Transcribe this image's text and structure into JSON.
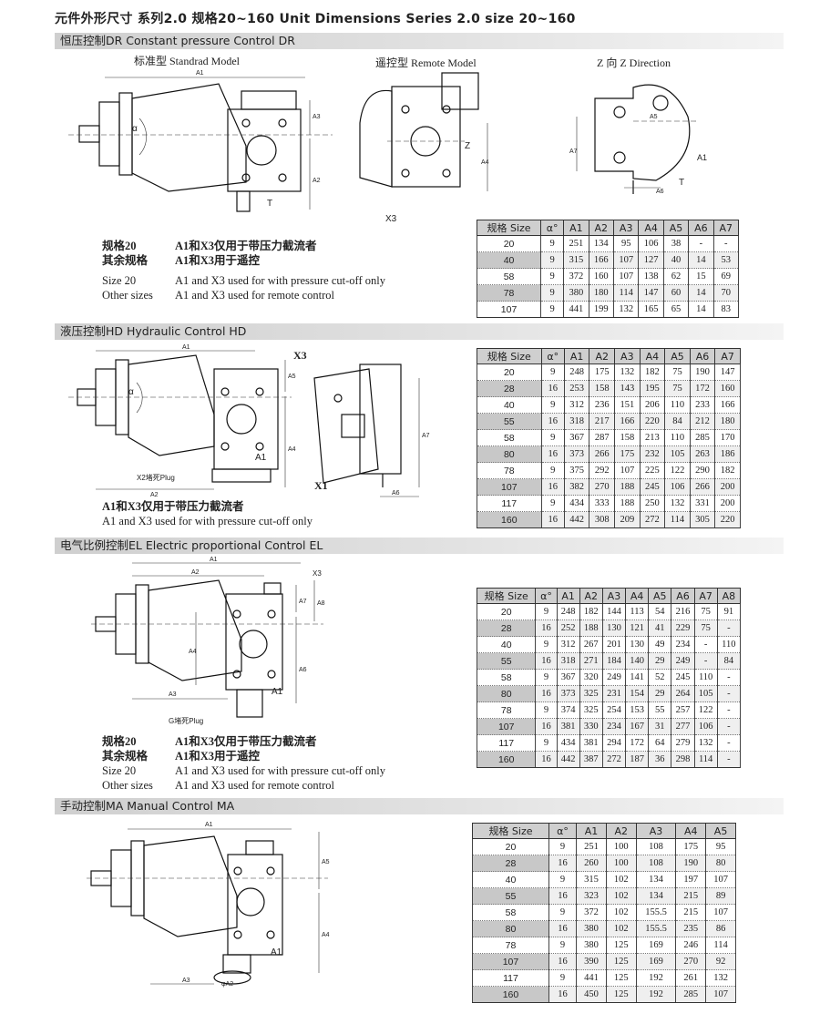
{
  "page_title": "元件外形尺寸 系列2.0  规格20~160    Unit Dimensions Series 2.0 size 20~160",
  "sections": {
    "dr": {
      "header": "恒压控制DR   Constant pressure Control DR",
      "views": {
        "standard": "标准型  Standrad Model",
        "remote": "遥控型  Remote Model",
        "zdir": "Z 向   Z Direction"
      },
      "dims": [
        "A1",
        "A2",
        "A3",
        "α",
        "T",
        "Z",
        "A4",
        "X3",
        "A5",
        "A6",
        "A7",
        "A1",
        "T"
      ],
      "notes": {
        "cn1a": "规格20",
        "cn1b": "A1和X3仅用于带压力截流者",
        "cn2a": "其余规格",
        "cn2b": "A1和X3用于遥控",
        "en1a": "Size 20",
        "en1b": "A1 and X3 used for with pressure cut-off only",
        "en2a": "Other sizes",
        "en2b": "A1 and X3 used for remote control"
      },
      "table": {
        "headers": [
          "规格 Size",
          "α°",
          "A1",
          "A2",
          "A3",
          "A4",
          "A5",
          "A6",
          "A7"
        ],
        "rows": [
          [
            "20",
            "9",
            "251",
            "134",
            "95",
            "106",
            "38",
            "-",
            "-"
          ],
          [
            "40",
            "9",
            "315",
            "166",
            "107",
            "127",
            "40",
            "14",
            "53"
          ],
          [
            "58",
            "9",
            "372",
            "160",
            "107",
            "138",
            "62",
            "15",
            "69"
          ],
          [
            "78",
            "9",
            "380",
            "180",
            "114",
            "147",
            "60",
            "14",
            "70"
          ],
          [
            "107",
            "9",
            "441",
            "199",
            "132",
            "165",
            "65",
            "14",
            "83"
          ]
        ],
        "dark_rows": [
          1,
          3
        ]
      }
    },
    "hd": {
      "header": "液压控制HD   Hydraulic Control HD",
      "dims": [
        "A1",
        "X3",
        "A5",
        "α",
        "A4",
        "A1",
        "X2堵死Plug",
        "A2",
        "A7",
        "X1",
        "A6"
      ],
      "notes": {
        "cn": "A1和X3仅用于带压力截流者",
        "en": "A1 and X3 used for with pressure cut-off only"
      },
      "table": {
        "headers": [
          "规格 Size",
          "α°",
          "A1",
          "A2",
          "A3",
          "A4",
          "A5",
          "A6",
          "A7"
        ],
        "rows": [
          [
            "20",
            "9",
            "248",
            "175",
            "132",
            "182",
            "75",
            "190",
            "147"
          ],
          [
            "28",
            "16",
            "253",
            "158",
            "143",
            "195",
            "75",
            "172",
            "160"
          ],
          [
            "40",
            "9",
            "312",
            "236",
            "151",
            "206",
            "110",
            "233",
            "166"
          ],
          [
            "55",
            "16",
            "318",
            "217",
            "166",
            "220",
            "84",
            "212",
            "180"
          ],
          [
            "58",
            "9",
            "367",
            "287",
            "158",
            "213",
            "110",
            "285",
            "170"
          ],
          [
            "80",
            "16",
            "373",
            "266",
            "175",
            "232",
            "105",
            "263",
            "186"
          ],
          [
            "78",
            "9",
            "375",
            "292",
            "107",
            "225",
            "122",
            "290",
            "182"
          ],
          [
            "107",
            "16",
            "382",
            "270",
            "188",
            "245",
            "106",
            "266",
            "200"
          ],
          [
            "117",
            "9",
            "434",
            "333",
            "188",
            "250",
            "132",
            "331",
            "200"
          ],
          [
            "160",
            "16",
            "442",
            "308",
            "209",
            "272",
            "114",
            "305",
            "220"
          ]
        ],
        "dark_rows": [
          1,
          3,
          5,
          7,
          9
        ]
      }
    },
    "el": {
      "header": "电气比例控制EL   Electric proportional  Control  EL",
      "dims": [
        "A1",
        "A2",
        "X3",
        "A7",
        "A8",
        "A4",
        "A6",
        "A3",
        "A1",
        "G堵死Plug"
      ],
      "notes": {
        "cn1a": "规格20",
        "cn1b": "A1和X3仅用于带压力截流者",
        "cn2a": "其余规格",
        "cn2b": "A1和X3用于遥控",
        "en1a": "Size 20",
        "en1b": "A1 and X3 used for with pressure cut-off only",
        "en2a": "Other sizes",
        "en2b": "A1 and X3 used for remote control"
      },
      "table": {
        "headers": [
          "规格 Size",
          "α°",
          "A1",
          "A2",
          "A3",
          "A4",
          "A5",
          "A6",
          "A7",
          "A8"
        ],
        "rows": [
          [
            "20",
            "9",
            "248",
            "182",
            "144",
            "113",
            "54",
            "216",
            "75",
            "91"
          ],
          [
            "28",
            "16",
            "252",
            "188",
            "130",
            "121",
            "41",
            "229",
            "75",
            "-"
          ],
          [
            "40",
            "9",
            "312",
            "267",
            "201",
            "130",
            "49",
            "234",
            "-",
            "110"
          ],
          [
            "55",
            "16",
            "318",
            "271",
            "184",
            "140",
            "29",
            "249",
            "-",
            "84"
          ],
          [
            "58",
            "9",
            "367",
            "320",
            "249",
            "141",
            "52",
            "245",
            "110",
            "-"
          ],
          [
            "80",
            "16",
            "373",
            "325",
            "231",
            "154",
            "29",
            "264",
            "105",
            "-"
          ],
          [
            "78",
            "9",
            "374",
            "325",
            "254",
            "153",
            "55",
            "257",
            "122",
            "-"
          ],
          [
            "107",
            "16",
            "381",
            "330",
            "234",
            "167",
            "31",
            "277",
            "106",
            "-"
          ],
          [
            "117",
            "9",
            "434",
            "381",
            "294",
            "172",
            "64",
            "279",
            "132",
            "-"
          ],
          [
            "160",
            "16",
            "442",
            "387",
            "272",
            "187",
            "36",
            "298",
            "114",
            "-"
          ]
        ],
        "dark_rows": [
          1,
          3,
          5,
          7,
          9
        ]
      }
    },
    "ma": {
      "header": "手动控制MA   Manual Control MA",
      "dims": [
        "A1",
        "A5",
        "A4",
        "A1",
        "A3",
        "φA2"
      ],
      "table": {
        "headers": [
          "规格 Size",
          "α°",
          "A1",
          "A2",
          "A3",
          "A4",
          "A5"
        ],
        "rows": [
          [
            "20",
            "9",
            "251",
            "100",
            "108",
            "175",
            "95"
          ],
          [
            "28",
            "16",
            "260",
            "100",
            "108",
            "190",
            "80"
          ],
          [
            "40",
            "9",
            "315",
            "102",
            "134",
            "197",
            "107"
          ],
          [
            "55",
            "16",
            "323",
            "102",
            "134",
            "215",
            "89"
          ],
          [
            "58",
            "9",
            "372",
            "102",
            "155.5",
            "215",
            "107"
          ],
          [
            "80",
            "16",
            "380",
            "102",
            "155.5",
            "235",
            "86"
          ],
          [
            "78",
            "9",
            "380",
            "125",
            "169",
            "246",
            "114"
          ],
          [
            "107",
            "16",
            "390",
            "125",
            "169",
            "270",
            "92"
          ],
          [
            "117",
            "9",
            "441",
            "125",
            "192",
            "261",
            "132"
          ],
          [
            "160",
            "16",
            "450",
            "125",
            "192",
            "285",
            "107"
          ]
        ],
        "dark_rows": [
          1,
          3,
          5,
          7,
          9
        ]
      }
    }
  }
}
